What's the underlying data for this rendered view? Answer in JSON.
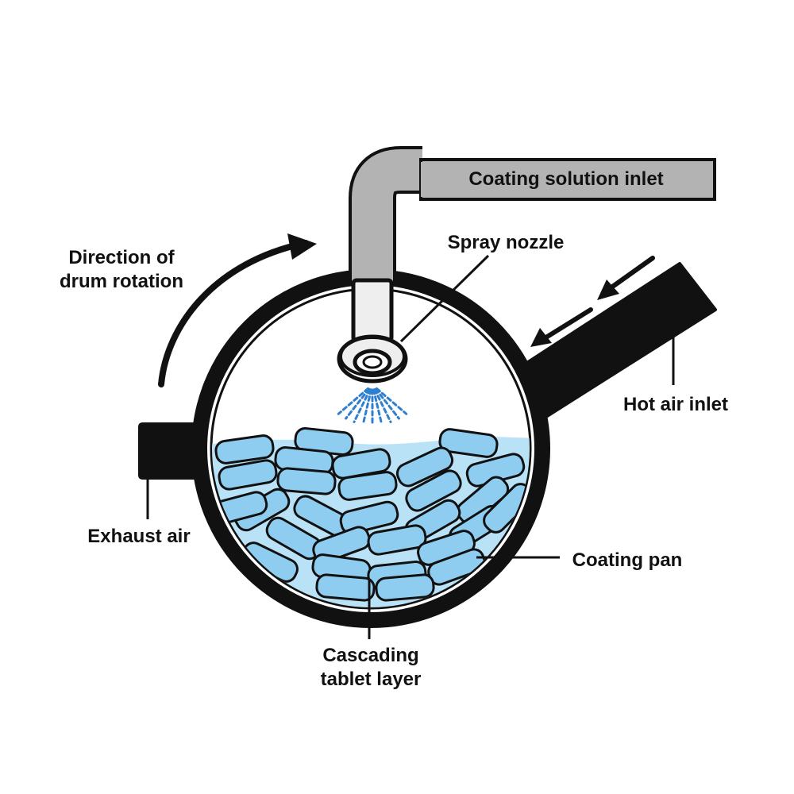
{
  "labels": {
    "coating_solution_inlet": "Coating solution inlet",
    "spray_nozzle": "Spray nozzle",
    "direction_line1": "Direction of",
    "direction_line2": "drum rotation",
    "hot_air_inlet": "Hot air inlet",
    "exhaust_air": "Exhaust air",
    "coating_pan": "Coating pan",
    "cascading_line1": "Cascading",
    "cascading_line2": "tablet layer"
  },
  "colors": {
    "outline": "#111111",
    "pipe": "#b3b3b3",
    "nozzle": "#eeeeee",
    "tablet_fill": "#8fcdf0",
    "tablet_bed": "#b9e2f7",
    "spray": "#2f7fd0",
    "background": "#ffffff"
  },
  "icons": {
    "rotation_arrow": "curved-arrow-icon",
    "air_flow_arrows": "arrow-icon"
  }
}
